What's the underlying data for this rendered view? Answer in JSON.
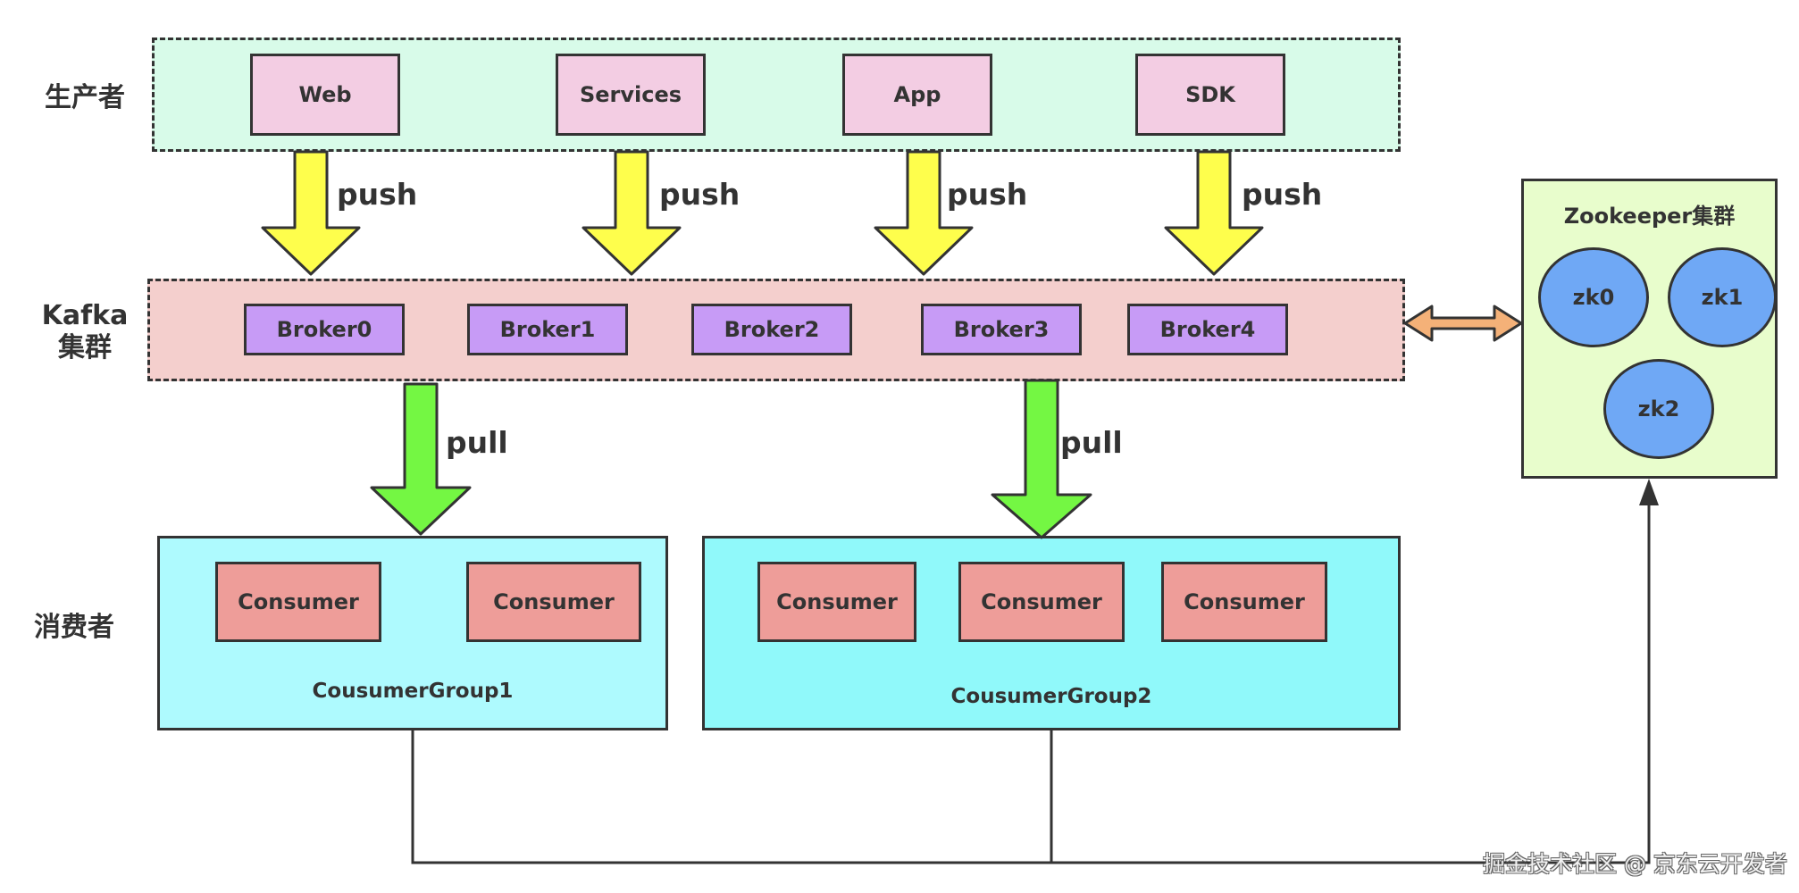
{
  "rows": {
    "producers_label": "生产者",
    "kafka_label_line1": "Kafka",
    "kafka_label_line2": "集群",
    "consumers_label": "消费者"
  },
  "producers": [
    "Web",
    "Services",
    "App",
    "SDK"
  ],
  "push_label": "push",
  "brokers": [
    "Broker0",
    "Broker1",
    "Broker2",
    "Broker3",
    "Broker4"
  ],
  "pull_label": "pull",
  "consumer_groups": [
    {
      "name": "CousumerGroup1",
      "consumers": [
        "Consumer",
        "Consumer"
      ]
    },
    {
      "name": "CousumerGroup2",
      "consumers": [
        "Consumer",
        "Consumer",
        "Consumer"
      ]
    }
  ],
  "zookeeper": {
    "title": "Zookeeper集群",
    "nodes": [
      "zk0",
      "zk1",
      "zk2"
    ]
  },
  "watermark": "掘金技术社区 @ 京东云开发者",
  "colors": {
    "producer_panel": "#d8fbe9",
    "producer_box": "#f3cde3",
    "kafka_panel": "#f4cfcd",
    "broker_box": "#c79bf6",
    "push_arrow": "#fefe4c",
    "pull_arrow": "#74f743",
    "group1_panel": "#aefafe",
    "group2_panel": "#90f9fa",
    "consumer_box": "#ee9d99",
    "zookeeper_panel": "#e8fdcc",
    "zk_node": "#6fa8f5",
    "link_arrow": "#f4b178"
  }
}
